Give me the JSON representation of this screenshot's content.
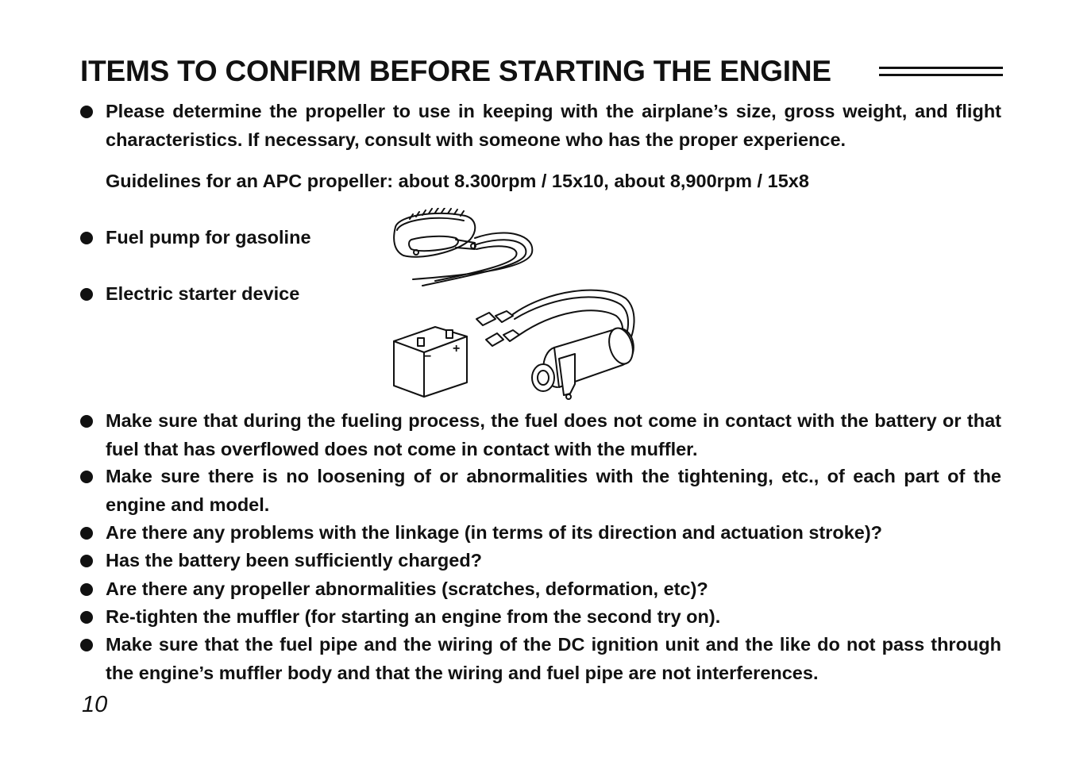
{
  "page": {
    "title": "ITEMS TO CONFIRM BEFORE STARTING THE ENGINE",
    "intro_bullet": "Please determine the propeller to use in keeping with the airplane’s size, gross weight, and flight characteristics. If necessary, consult with someone who has the proper experience.",
    "guidelines": "Guidelines for an APC propeller: about 8.300rpm / 15x10, about 8,900rpm / 15x8",
    "equipment": [
      "Fuel pump for gasoline",
      "Electric starter device"
    ],
    "checklist": [
      "Make sure that during the fueling process, the fuel does not come in contact with the battery or that fuel that has overflowed does not come in contact with the muffler.",
      "Make sure there is no loosening of or abnormalities with the tightening, etc., of each part of the engine and model.",
      "Are there any problems with the linkage (in terms of its direction and actuation stroke)?",
      "Has the battery been sufficiently charged?",
      "Are there any propeller abnormalities (scratches, deformation, etc)?",
      "Re-tighten the muffler (for starting an engine from the second try on).",
      "Make sure that the fuel pipe and the wiring of the DC ignition unit and the like do not pass through the engine’s muffler body and that the wiring and fuel pipe are not interferences."
    ],
    "page_number": "10",
    "battery_plus_label": "+",
    "battery_minus_label": "−"
  }
}
